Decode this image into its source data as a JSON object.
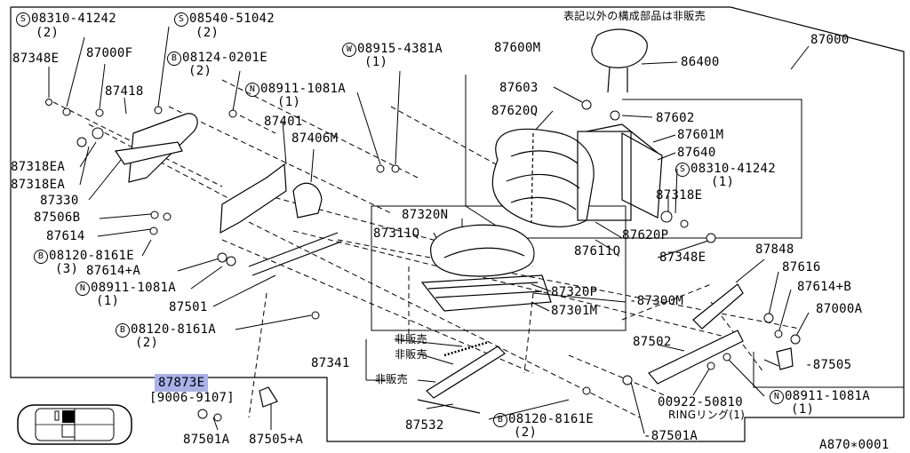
{
  "header_note": "表記以外の構成部品は非販売",
  "footer_code": "A870∗0001",
  "highlighted_part": "87873E",
  "highlight_color": "#a9b1e8",
  "date_range": "[9006-9107]",
  "not_sold": "非販売",
  "labels": {
    "p_08310_41242_top": {
      "prefix": "S",
      "text": "08310-41242",
      "qty": "(2)"
    },
    "p_08540_51042": {
      "prefix": "S",
      "text": "08540-51042",
      "qty": "(2)"
    },
    "p_87348E_left": {
      "text": "87348E"
    },
    "p_87000F": {
      "text": "87000F"
    },
    "p_08124_0201E": {
      "prefix": "B",
      "text": "08124-0201E",
      "qty": "(2)"
    },
    "p_87418": {
      "text": "87418"
    },
    "p_08915_4381A": {
      "prefix": "W",
      "text": "08915-4381A",
      "qty": "(1)"
    },
    "p_87600M": {
      "text": "87600M"
    },
    "p_87000": {
      "text": "87000"
    },
    "p_86400": {
      "text": "86400"
    },
    "p_08911_1081A_top": {
      "prefix": "N",
      "text": "08911-1081A",
      "qty": "(1)"
    },
    "p_87401": {
      "text": "87401"
    },
    "p_87406M": {
      "text": "87406M"
    },
    "p_87603": {
      "text": "87603"
    },
    "p_87620Q": {
      "text": "87620Q"
    },
    "p_87602": {
      "text": "87602"
    },
    "p_87601M": {
      "text": "87601M"
    },
    "p_87640": {
      "text": "87640"
    },
    "p_08310_41242_right": {
      "prefix": "S",
      "text": "08310-41242",
      "qty": "(1)"
    },
    "p_87318EA_1": {
      "text": "87318EA"
    },
    "p_87318EA_2": {
      "text": "87318EA"
    },
    "p_87330": {
      "text": "87330"
    },
    "p_87318E": {
      "text": "87318E"
    },
    "p_87506B": {
      "text": "87506B"
    },
    "p_87614": {
      "text": "87614"
    },
    "p_87320N": {
      "text": "87320N"
    },
    "p_87311Q": {
      "text": "87311Q"
    },
    "p_87620P": {
      "text": "87620P"
    },
    "p_87611Q": {
      "text": "87611Q"
    },
    "p_87348E_right": {
      "text": "87348E"
    },
    "p_08120_8161E_left": {
      "prefix": "B",
      "text": "08120-8161E",
      "qty": "(3)"
    },
    "p_87614A": {
      "text": "87614+A"
    },
    "p_87848": {
      "text": "87848"
    },
    "p_87616": {
      "text": "87616"
    },
    "p_87614B": {
      "text": "87614+B"
    },
    "p_08911_1081A_mid": {
      "prefix": "N",
      "text": "08911-1081A",
      "qty": "(1)"
    },
    "p_87320P": {
      "text": "87320P"
    },
    "p_87300M": {
      "text": "87300M"
    },
    "p_87301M": {
      "text": "87301M"
    },
    "p_87501": {
      "text": "87501"
    },
    "p_87000A": {
      "text": "87000A"
    },
    "p_08120_8161A": {
      "prefix": "B",
      "text": "08120-8161A",
      "qty": "(2)"
    },
    "p_87502": {
      "text": "87502"
    },
    "p_87341": {
      "text": "87341"
    },
    "p_87505": {
      "text": "87505"
    },
    "p_00922_50810": {
      "text": "00922-50810",
      "qty": "RINGリング(1)"
    },
    "p_08911_1081A_bottom": {
      "prefix": "N",
      "text": "08911-1081A",
      "qty": "(1)"
    },
    "p_08120_8161E_bottom": {
      "prefix": "B",
      "text": "08120-8161E",
      "qty": "(2)"
    },
    "p_87532": {
      "text": "87532"
    },
    "p_87501A_left": {
      "text": "87501A"
    },
    "p_87505A": {
      "text": "87505+A"
    },
    "p_87501A_right": {
      "text": "87501A"
    }
  }
}
